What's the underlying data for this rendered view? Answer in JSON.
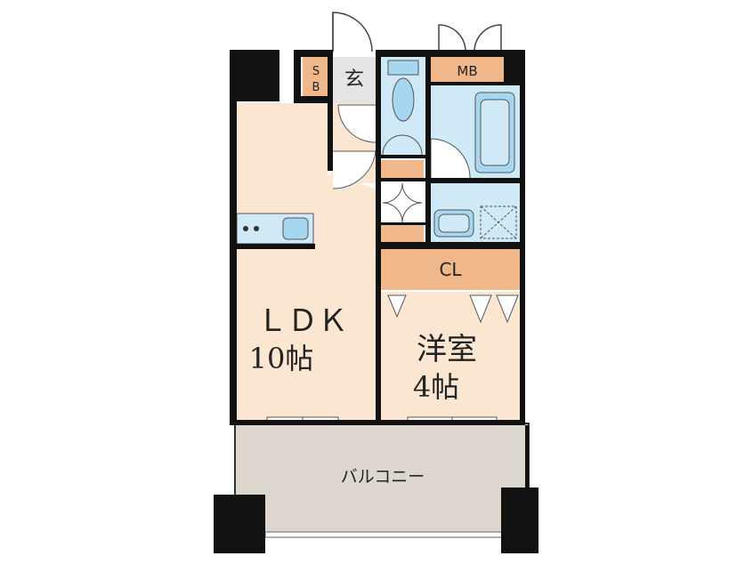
{
  "rooms": {
    "sb": "SB",
    "genkan": "玄",
    "mb": "MB",
    "cl": "CL",
    "ldk_name": "ＬＤＫ",
    "ldk_size": "10帖",
    "yoshitsu_name": "洋室",
    "yoshitsu_size": "4帖",
    "balcony": "バルコニー"
  },
  "colors": {
    "wall": "#111111",
    "floor_wood": "#fbe6d2",
    "storage": "#f0b88a",
    "wet_area": "#cfe9f7",
    "fixture": "#a6d6f0",
    "balcony": "#ddd6ce",
    "genkan": "#e4e4e4"
  }
}
